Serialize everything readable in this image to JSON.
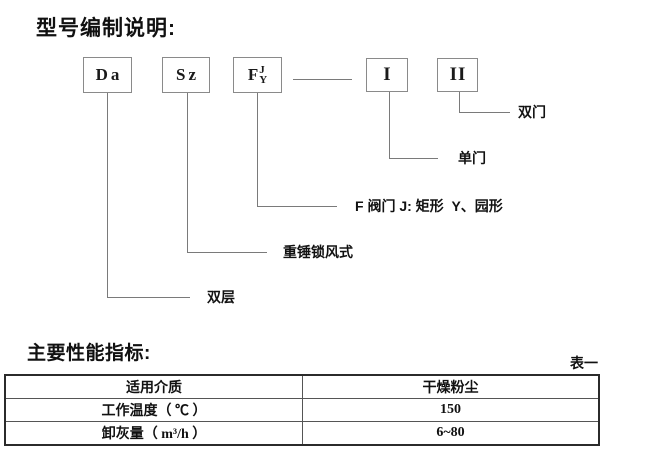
{
  "diagram": {
    "title": "型号编制说明:",
    "boxes": {
      "da": "Da",
      "sz": "Sz",
      "f_main": "F",
      "f_top": "J",
      "f_bottom": "Y",
      "roman_one": "I",
      "roman_two": "II"
    },
    "callouts": {
      "double_door": "双门",
      "single_door": "单门",
      "valve": "F 阀门 J: 矩形  Y、园形",
      "hammer_lock": "重锤锁风式",
      "double_layer": "双层"
    }
  },
  "performance": {
    "title": "主要性能指标:",
    "table_caption": "表一",
    "table": {
      "rows": [
        {
          "label": "适用介质",
          "value": "干燥粉尘"
        },
        {
          "label": "工作温度（ ℃ ）",
          "value": "150"
        },
        {
          "label": "卸灰量（ m³/h ）",
          "value": "6~80"
        }
      ]
    }
  },
  "colors": {
    "line": "#7a7a7a",
    "box_border": "#8a8a8a",
    "table_border": "#2b2b2b",
    "text": "#111111",
    "background": "#ffffff"
  }
}
